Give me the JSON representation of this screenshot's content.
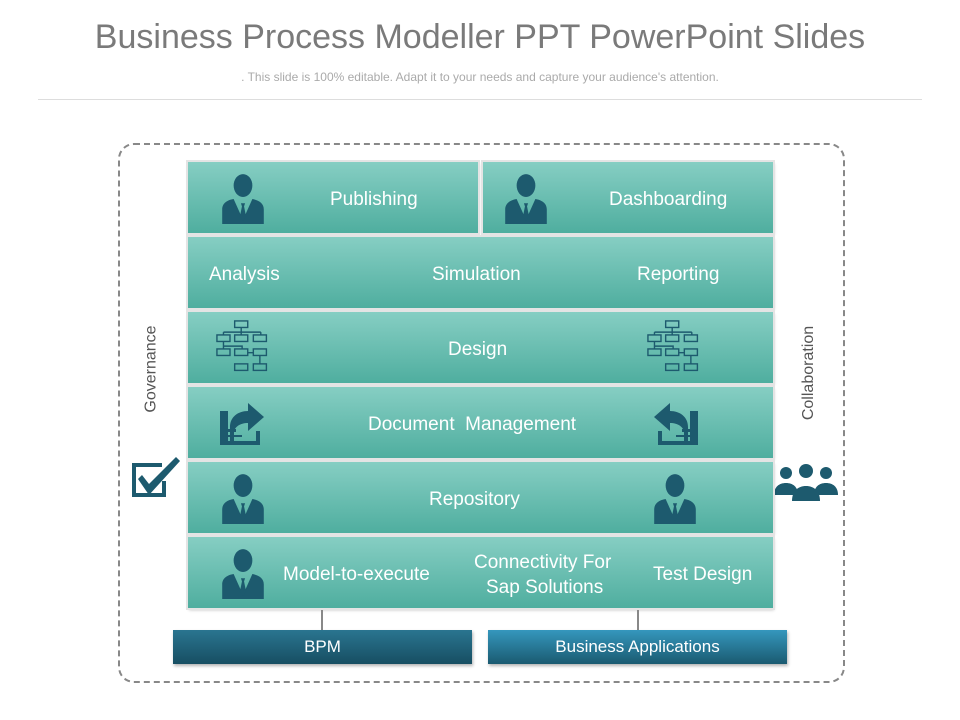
{
  "header": {
    "title": "Business Process Modeller PPT PowerPoint Slides",
    "subtitle": ". This slide is 100% editable. Adapt it to your needs and capture your audience's attention."
  },
  "side": {
    "left": "Governance",
    "right": "Collaboration"
  },
  "rows": {
    "publishing": "Publishing",
    "dashboarding": "Dashboarding",
    "analysis": "Analysis",
    "simulation": "Simulation",
    "reporting": "Reporting",
    "design": "Design",
    "document": "Document  Management",
    "repository": "Repository",
    "model": "Model-to-execute",
    "connectivity1": "Connectivity For",
    "connectivity2": "Sap Solutions",
    "test": "Test Design"
  },
  "bottom": {
    "bpm": "BPM",
    "apps": "Business Applications"
  },
  "colors": {
    "icon": "#1d5a6e",
    "row_top": "#86cec3",
    "row_bottom": "#4fae9f"
  }
}
